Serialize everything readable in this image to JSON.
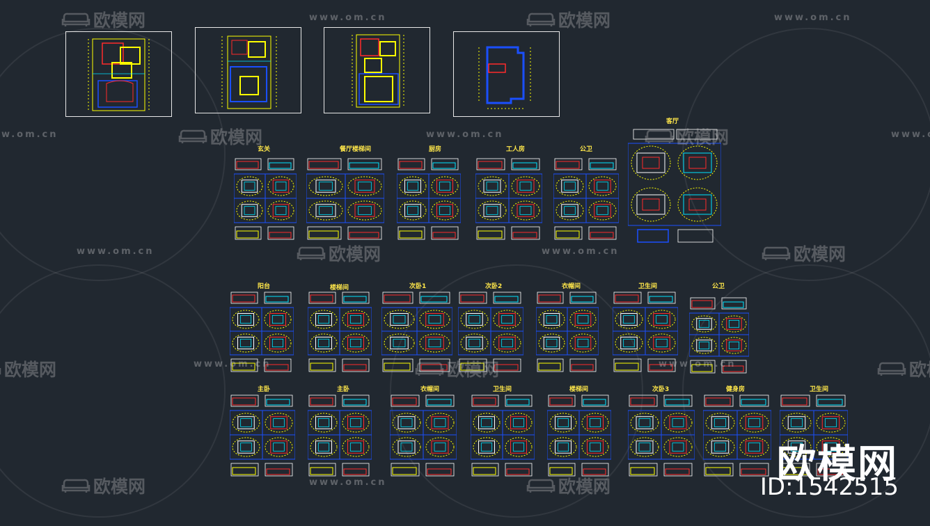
{
  "overview_plans": [
    {
      "name": "floor-plan-1"
    },
    {
      "name": "floor-plan-2"
    },
    {
      "name": "floor-plan-3"
    },
    {
      "name": "floor-plan-4"
    }
  ],
  "room_groups": [
    {
      "label": "玄关"
    },
    {
      "label": "餐厅楼梯间"
    },
    {
      "label": "厨房"
    },
    {
      "label": "工人房"
    },
    {
      "label": "公卫"
    },
    {
      "label": "客厅"
    },
    {
      "label": "阳台"
    },
    {
      "label": "楼梯间"
    },
    {
      "label": "次卧1"
    },
    {
      "label": "次卧2"
    },
    {
      "label": "衣帽间"
    },
    {
      "label": "卫生间"
    },
    {
      "label": "公卫"
    },
    {
      "label": "主卧"
    },
    {
      "label": "主卧"
    },
    {
      "label": "衣帽间"
    },
    {
      "label": "卫生间"
    },
    {
      "label": "楼梯间"
    },
    {
      "label": "次卧3"
    },
    {
      "label": "健身房"
    },
    {
      "label": "卫生间"
    }
  ],
  "watermark": {
    "url": "www.om.cn",
    "logo": "欧模网"
  },
  "brand": {
    "logo": "欧模网",
    "id": "ID:1542515"
  },
  "colors": {
    "background": "#212830",
    "label": "#ffe74a",
    "line_yellow": "#ffff00",
    "line_blue": "#1a4fff",
    "line_red": "#ff2a2a",
    "line_cyan": "#00e5ff",
    "line_white": "#ffffff"
  }
}
